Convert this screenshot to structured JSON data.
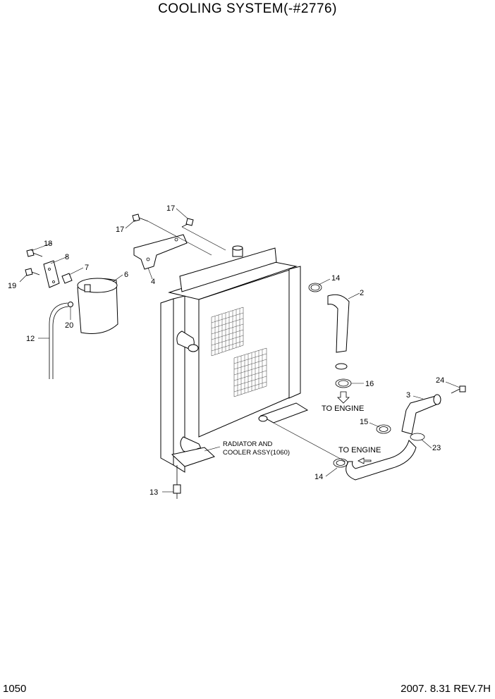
{
  "header": {
    "title": "COOLING SYSTEM(-#2776)"
  },
  "footer": {
    "page_number": "1050",
    "revision": "2007.  8.31  REV.7H"
  },
  "callouts": {
    "c17a": "17",
    "c17b": "17",
    "c18": "18",
    "c8": "8",
    "c7": "7",
    "c6": "6",
    "c19": "19",
    "c4": "4",
    "c14a": "14",
    "c2": "2",
    "c20": "20",
    "c12": "12",
    "c16": "16",
    "c24": "24",
    "c3": "3",
    "c15": "15",
    "c23": "23",
    "c14b": "14",
    "c13": "13"
  },
  "notes": {
    "to_engine_1": "TO ENGINE",
    "to_engine_2": "TO ENGINE",
    "radiator_line1": "RADIATOR AND",
    "radiator_line2": "COOLER ASSY(1060)"
  }
}
